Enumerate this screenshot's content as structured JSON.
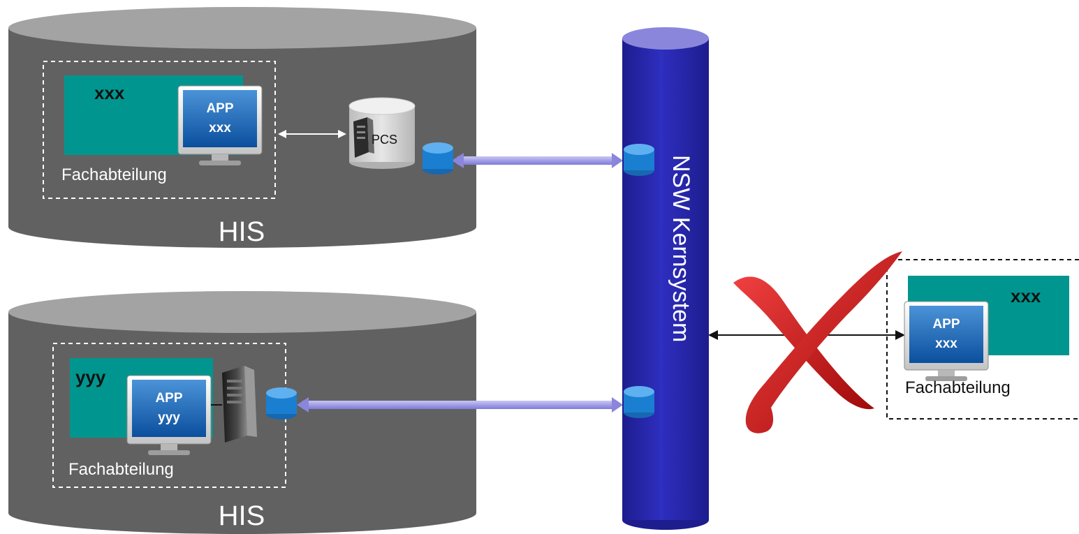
{
  "colors": {
    "his_body": "#616161",
    "his_top": "#a3a3a3",
    "department_teal": "#00968f",
    "bus_blue": "#2a2ab2",
    "bus_top": "#8a86dc",
    "connector_lavender": "#9a96e6",
    "port_blue": "#1a7fd0",
    "reject_red": "#cc1414"
  },
  "icons": {
    "monitor": "monitor-icon",
    "server": "server-icon",
    "database": "database-icon",
    "reject": "red-x-icon"
  },
  "bus": {
    "label": "NSW Kernsystem"
  },
  "his_top": {
    "label": "HIS",
    "department": {
      "label": "Fachabteilung",
      "app_code": "xxx",
      "monitor_title": "APP",
      "monitor_code": "xxx"
    },
    "pcs_label": "PCS"
  },
  "his_bottom": {
    "label": "HIS",
    "department": {
      "label": "Fachabteilung",
      "app_code": "yyy",
      "monitor_title": "APP",
      "monitor_code": "yyy"
    }
  },
  "external": {
    "department": {
      "label": "Fachabteilung",
      "app_code": "xxx",
      "monitor_title": "APP",
      "monitor_code": "xxx"
    }
  }
}
